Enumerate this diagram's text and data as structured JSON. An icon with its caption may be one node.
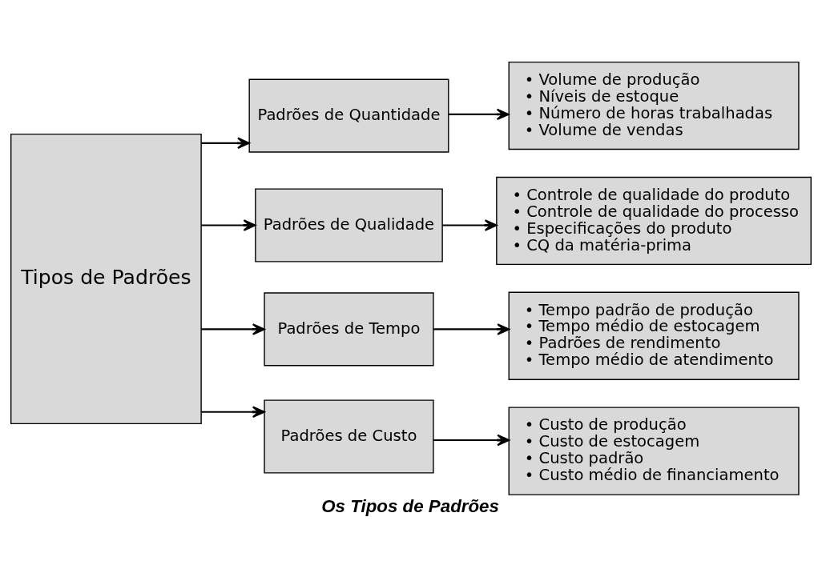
{
  "diagram": {
    "caption": "Os Tipos de Padrões",
    "nodes": [
      {
        "text": [
          "Tipos de Padrões"
        ]
      },
      {
        "text": [
          "Padrões de Quantidade"
        ]
      },
      {
        "text": [
          "• Volume de produção",
          "• Níveis de estoque",
          "• Número de horas trabalhadas",
          "• Volume de vendas"
        ]
      },
      {
        "text": [
          "Padrões de Qualidade"
        ]
      },
      {
        "text": [
          "• Controle de qualidade do produto",
          "• Controle de qualidade do processo",
          "• Especificações do produto",
          "• CQ da matéria-prima"
        ]
      },
      {
        "text": [
          "Padrões de Tempo"
        ]
      },
      {
        "text": [
          "• Tempo padrão de produção",
          "• Tempo médio de estocagem",
          "• Padrões de rendimento",
          "• Tempo médio de atendimento"
        ]
      },
      {
        "text": [
          "Padrões de Custo"
        ]
      },
      {
        "text": [
          "• Custo de produção",
          "• Custo de estocagem",
          "• Custo padrão",
          "• Custo médio de financiamento"
        ]
      }
    ],
    "edges": [
      {
        "from": 0,
        "to": 1,
        "arrow": "to"
      },
      {
        "from": 0,
        "to": 3,
        "arrow": "to"
      },
      {
        "from": 0,
        "to": 5,
        "arrow": "to"
      },
      {
        "from": 0,
        "to": 7,
        "arrow": "to"
      },
      {
        "from": 1,
        "to": 2,
        "arrow": "to"
      },
      {
        "from": 3,
        "to": 4,
        "arrow": "to"
      },
      {
        "from": 5,
        "to": 6,
        "arrow": "to"
      },
      {
        "from": 7,
        "to": 8,
        "arrow": "to"
      }
    ]
  }
}
